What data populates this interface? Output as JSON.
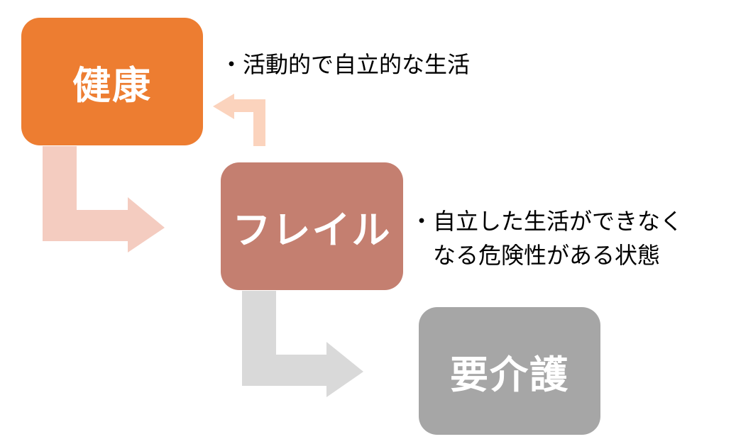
{
  "boxes": {
    "health": "健康",
    "frail": "フレイル",
    "care": "要介護"
  },
  "bullets": {
    "marker": "・",
    "health": "活動的で自立的な生活",
    "frail_line1": "自立した生活ができなく",
    "frail_line2": "なる危険性がある状態"
  },
  "colors": {
    "health": "#ed7d31",
    "frail": "#c47f70",
    "care": "#a6a6a6",
    "arrow_health_to_frail": "#f4ccc0",
    "arrow_frail_to_care": "#d9d9d9",
    "arrow_back_to_health": "#fbd3bd"
  }
}
